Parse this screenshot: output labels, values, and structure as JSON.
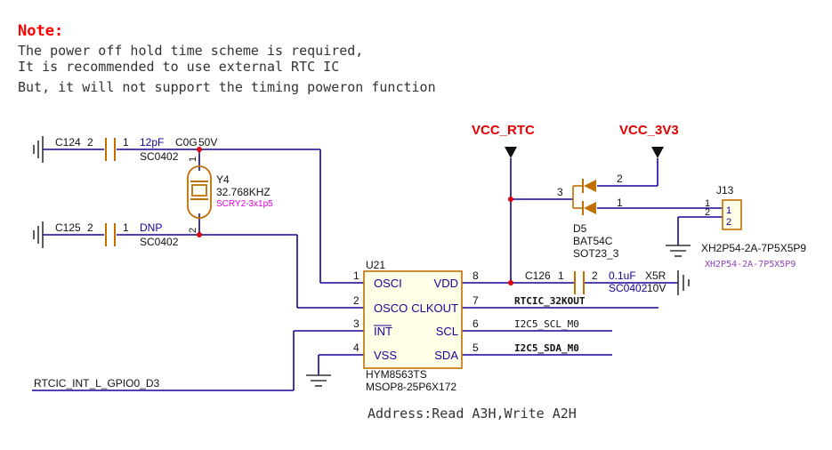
{
  "note": {
    "title": "Note:",
    "lines": [
      "The power off hold time scheme is required,",
      "It is recommended to use external RTC IC",
      "But, it will not support the timing poweron function"
    ]
  },
  "power": {
    "vcc_rtc": "VCC_RTC",
    "vcc_3v3": "VCC_3V3"
  },
  "c124": {
    "ref": "C124",
    "pin2": "2",
    "pin1": "1",
    "value": "12pF",
    "dielectric": "C0G",
    "voltage": "50V",
    "package": "SC0402"
  },
  "c125": {
    "ref": "C125",
    "pin2": "2",
    "pin1": "1",
    "value": "DNP",
    "package": "SC0402"
  },
  "y4": {
    "ref": "Y4",
    "freq": "32.768KHZ",
    "footprint": "SCRY2-3x1p5",
    "pin1": "1",
    "pin2": "2"
  },
  "d5": {
    "ref": "D5",
    "part": "BAT54C",
    "package": "SOT23_3",
    "pin1": "1",
    "pin2": "2",
    "pin3": "3"
  },
  "j13": {
    "ref": "J13",
    "part": "XH2P54-2A-7P5X5P9",
    "footprint": "XH2P54-2A-7P5X5P9",
    "pin1": "1",
    "pin2": "2",
    "pin1_in": "1",
    "pin2_in": "2"
  },
  "u21": {
    "ref": "U21",
    "part": "HYM8563TS",
    "package": "MSOP8-25P6X172",
    "pins": {
      "p1": {
        "num": "1",
        "name": "OSCI"
      },
      "p2": {
        "num": "2",
        "name": "OSCO"
      },
      "p3": {
        "num": "3",
        "name": "INT"
      },
      "p4": {
        "num": "4",
        "name": "VSS"
      },
      "p5": {
        "num": "5",
        "name": "SDA"
      },
      "p6": {
        "num": "6",
        "name": "SCL"
      },
      "p7": {
        "num": "7",
        "name": "CLKOUT"
      },
      "p8": {
        "num": "8",
        "name": "VDD"
      }
    }
  },
  "c126": {
    "ref": "C126",
    "pin1": "1",
    "pin2": "2",
    "value": "0.1uF",
    "dielectric": "X5R",
    "package": "SC0402",
    "voltage": "10V"
  },
  "nets": {
    "clkout": "RTCIC_32KOUT",
    "scl": "I2C5_SCL_M0",
    "sda": "I2C5_SDA_M0",
    "int": "RTCIC_INT_L_GPIO0_D3"
  },
  "address": "Address:Read A3H,Write A2H",
  "colors": {
    "note_title": "#ff0000",
    "power_label": "#e00000",
    "wire": "#1a0099",
    "component": "#c07000",
    "junction": "#e00000",
    "pin_text": "#1a0099",
    "footprint_pink": "#e000e0",
    "footprint_purple": "#9040c0"
  }
}
